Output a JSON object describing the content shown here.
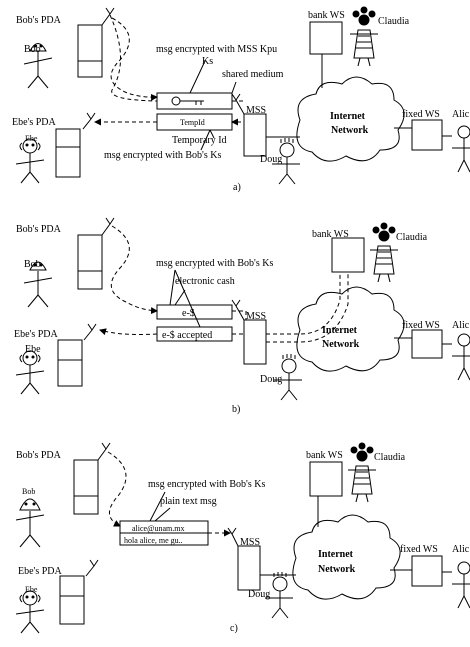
{
  "panel_a": {
    "caption": "a)",
    "bob_pda": "Bob's PDA",
    "bob": "Bob",
    "ebe_pda": "Ebe's PDA",
    "ebe": "Ebe",
    "bank_ws": "bank WS",
    "claudia": "Claudia",
    "msg_line1": "msg encrypted with MSS Kpu",
    "msg_line2": "Ks",
    "shared_medium": "shared  medium",
    "temp_box": "TempId",
    "temporary_id": "Temporary Id",
    "msg_bob_ks": "msg encrypted with Bob's Ks",
    "mss": "MSS",
    "doug": "Doug",
    "internet": "Internet",
    "network": "Network",
    "fixed_ws": "fixed WS",
    "alice": "Alic"
  },
  "panel_b": {
    "caption": "b)",
    "bob_pda": "Bob's PDA",
    "bob": "Bob",
    "ebe_pda": "Ebe's PDA",
    "ebe": "Ebe",
    "bank_ws": "bank WS",
    "claudia": "Claudia",
    "msg_bob_ks": "msg encrypted with Bob's Ks",
    "electronic_cash": "electronic cash",
    "ecash_box": "e-$",
    "accepted_box": "e-$ accepted",
    "mss": "MSS",
    "doug": "Doug",
    "internet": "Internet",
    "network": "Network",
    "fixed_ws": "fixed WS",
    "alice": "Alic"
  },
  "panel_c": {
    "caption": "c)",
    "bob_pda": "Bob's PDA",
    "bob": "Bob",
    "ebe_pda": "Ebe's PDA",
    "ebe": "Ebe",
    "bank_ws": "bank WS",
    "claudia": "Claudia",
    "msg_bob_ks": "msg encrypted with Bob's Ks",
    "plain_text": "plain text msg",
    "email_line1": "alice@unam.mx",
    "email_line2": "hola alice, me gu..",
    "mss": "MSS",
    "doug": "Doug",
    "internet": "Internet",
    "network": "Network",
    "fixed_ws": "fixed WS",
    "alice": "Alic"
  }
}
